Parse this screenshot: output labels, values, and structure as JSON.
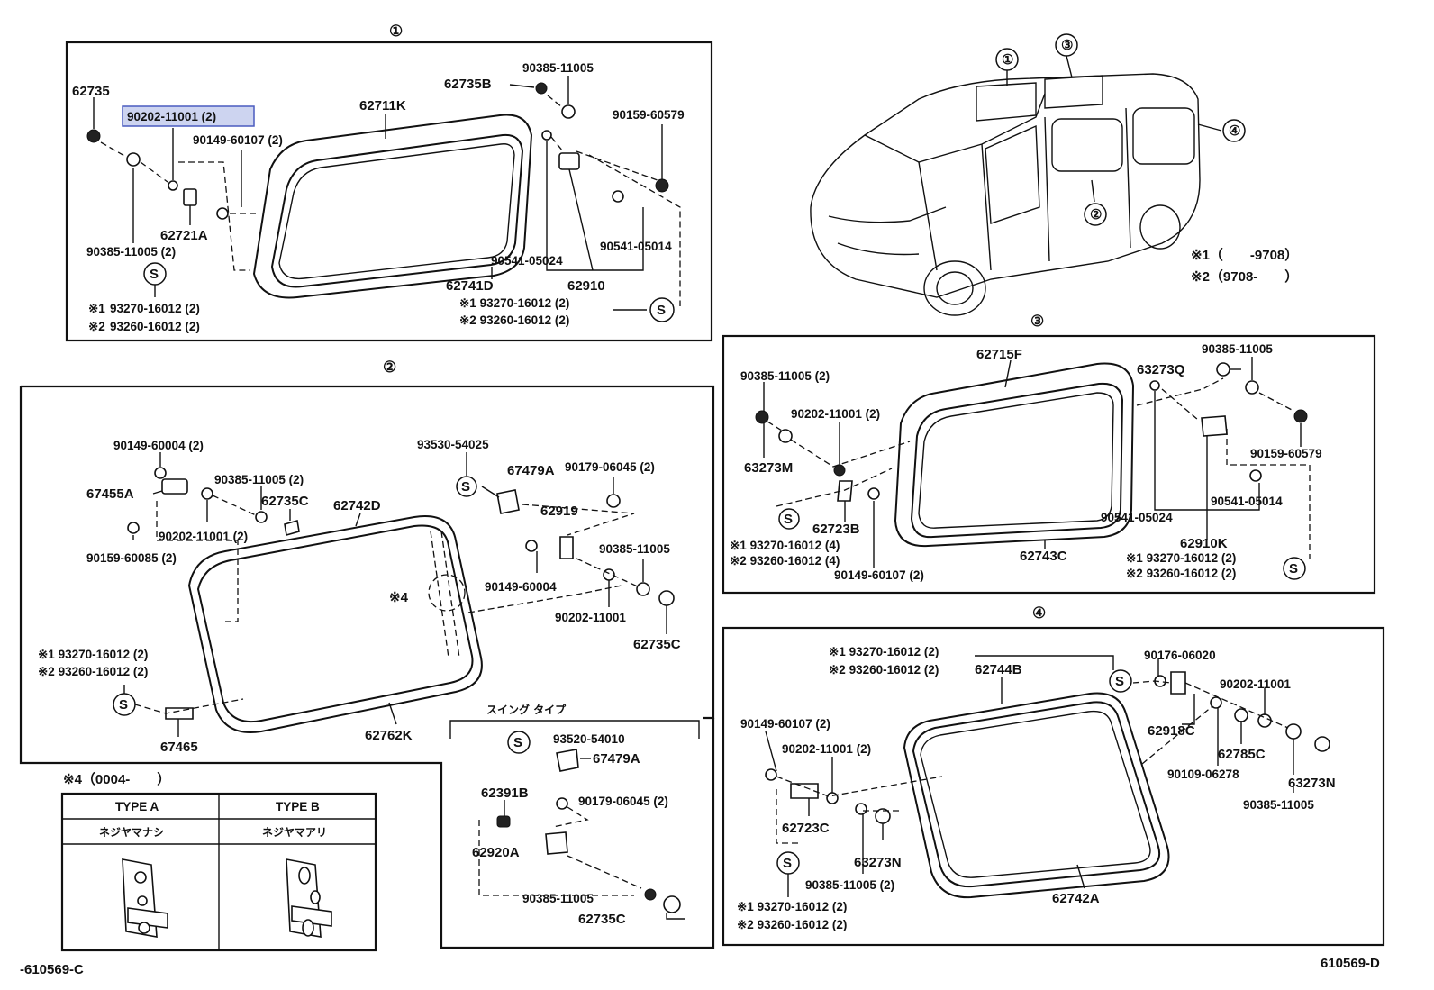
{
  "sections": {
    "s1": "①",
    "s2": "②",
    "s3": "③",
    "s4": "④"
  },
  "codes": {
    "left_bottom": "-610569-C",
    "right_bottom": "610569-D"
  },
  "s_symbol": "S",
  "vehicle": {
    "c1": "①",
    "c2": "②",
    "c3": "③",
    "c4": "④",
    "note1": "※1（　　-9708）",
    "note2": "※2（9708-　　）"
  },
  "group1": {
    "p62735": "62735",
    "p90202_2": "90202-11001 (2)",
    "p90149_60107": "90149-60107 (2)",
    "p62711K": "62711K",
    "p62735B": "62735B",
    "p90385a": "90385-11005",
    "p90159": "90159-60579",
    "p62721A": "62721A",
    "p90385_2": "90385-11005 (2)",
    "p90541_05024": "90541-05024",
    "p90541_05014": "90541-05014",
    "p62910": "62910",
    "p62741D": "62741D",
    "n1a": "※1",
    "n1b": "93270-16012 (2)",
    "n2a": "※2",
    "n2b": "93260-16012 (2)",
    "r1": "※1 93270-16012 (2)",
    "r2": "※2 93260-16012 (2)"
  },
  "group2": {
    "p90149_60004_2": "90149-60004 (2)",
    "p90385_2": "90385-11005 (2)",
    "p67455A": "67455A",
    "p62735C": "62735C",
    "p62742D": "62742D",
    "p90202_2": "90202-11001 (2)",
    "p90159_60085": "90159-60085 (2)",
    "p93530": "93530-54025",
    "p67479A": "67479A",
    "p90179_2": "90179-06045 (2)",
    "p62919": "62919",
    "p90385": "90385-11005",
    "p90149_60004": "90149-60004",
    "p90202": "90202-11001",
    "p62735C_b": "62735C",
    "n4": "※4",
    "n1": "※1 93270-16012 (2)",
    "n2": "※2 93260-16012 (2)",
    "p67465": "67465",
    "p62762K": "62762K"
  },
  "swing": {
    "title": "スイング タイプ",
    "p93520": "93520-54010",
    "p67479A": "67479A",
    "p62391B": "62391B",
    "p90179": "90179-06045 (2)",
    "p62920A": "62920A",
    "p90385": "90385-11005",
    "p62735C": "62735C"
  },
  "type_table": {
    "note": "※4（0004-　　）",
    "typeA": "TYPE A",
    "typeB": "TYPE B",
    "descA": "ネジヤマナシ",
    "descB": "ネジヤマアリ"
  },
  "group3": {
    "p62715F": "62715F",
    "p90385_2": "90385-11005 (2)",
    "p90202_2": "90202-11001 (2)",
    "p63273Q": "63273Q",
    "p90385": "90385-11005",
    "p63273M": "63273M",
    "p90159": "90159-60579",
    "p62723B": "62723B",
    "p90541_05024": "90541-05024",
    "p90541_05014": "90541-05014",
    "p62743C": "62743C",
    "p62910K": "62910K",
    "n1_4": "※1 93270-16012 (4)",
    "n2_4": "※2 93260-16012 (4)",
    "p90149_2": "90149-60107 (2)",
    "n1_2": "※1 93270-16012 (2)",
    "n2_2": "※2 93260-16012 (2)"
  },
  "group4": {
    "n1": "※1 93270-16012 (2)",
    "n2": "※2 93260-16012 (2)",
    "p62744B": "62744B",
    "p90176": "90176-06020",
    "p90202": "90202-11001",
    "p90149_2": "90149-60107 (2)",
    "p62918C": "62918C",
    "p62785C": "62785C",
    "p90202_2": "90202-11001 (2)",
    "p90109": "90109-06278",
    "p63273N": "63273N",
    "p90385": "90385-11005",
    "p62723C": "62723C",
    "p63273N_b": "63273N",
    "p90385_2": "90385-11005 (2)",
    "p62742A": "62742A",
    "n1b": "※1 93270-16012 (2)",
    "n2b": "※2 93260-16012 (2)"
  }
}
